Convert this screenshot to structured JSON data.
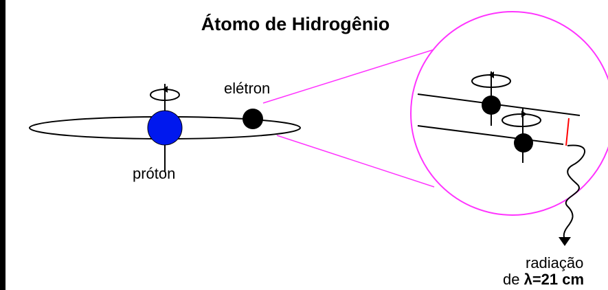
{
  "title": "Átomo de Hidrogênio",
  "labels": {
    "electron": "elétron",
    "proton": "próton",
    "radiation_line1": "radiação",
    "radiation_line2_prefix": "de ",
    "radiation_line2_value": "λ=21 cm"
  },
  "colors": {
    "background": "#ffffff",
    "outer_border": "#000000",
    "proton": "#0018ee",
    "electron": "#000000",
    "zoom_lines": "#ff33ff",
    "energy_gap": "#ff0000"
  },
  "icons": {
    "spin": "spin-arrow-icon",
    "wave": "wavy-photon-icon",
    "arrow": "arrow-down-icon"
  }
}
